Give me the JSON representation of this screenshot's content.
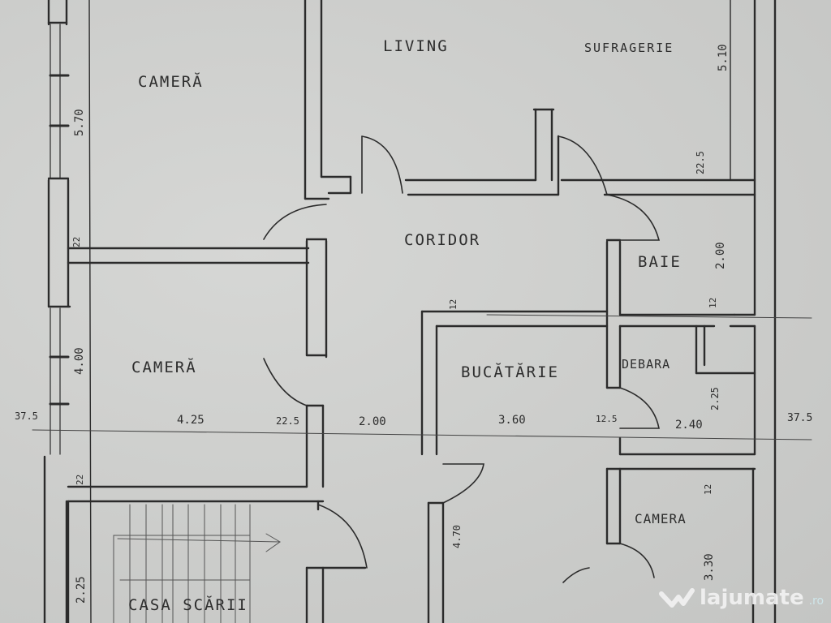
{
  "plan": {
    "rooms": [
      {
        "id": "camera-top-left",
        "label": "CAMERĂ"
      },
      {
        "id": "living",
        "label": "LIVING"
      },
      {
        "id": "sufragerie",
        "label": "SUFRAGERIE"
      },
      {
        "id": "coridor",
        "label": "CORIDOR"
      },
      {
        "id": "baie",
        "label": "BAIE"
      },
      {
        "id": "camera-mid-left",
        "label": "CAMERĂ"
      },
      {
        "id": "bucatarie",
        "label": "BUCĂTĂRIE"
      },
      {
        "id": "debara",
        "label": "DEBARA"
      },
      {
        "id": "camera-bottom-right",
        "label": "CAMERA"
      },
      {
        "id": "casa-scarii",
        "label": "CASA SCĂRII"
      }
    ],
    "dimensions": {
      "camera_top_left_height": "5.70",
      "sufragerie_height": "5.10",
      "wall_sufragerie": "22.5",
      "wall_left_upper": "22",
      "camera_mid_height": "4.00",
      "ext_wall_left": "37.5",
      "camera_mid_width": "4.25",
      "wall_mid": "22.5",
      "coridor_width": "2.00",
      "bucatarie_width": "3.60",
      "wall_bucatarie": "12.5",
      "debara_width": "2.40",
      "ext_wall_right": "37.5",
      "baie_height": "2.00",
      "wall_baie": "12",
      "wall_bucatarie_top": "12",
      "debara_depth": "2.25",
      "wall_left_lower": "22",
      "casa_scarii_height": "2.25",
      "hall_height": "4.70",
      "camera_bottom_height": "3.30",
      "wall_camera_bottom": "12"
    }
  },
  "watermark": {
    "brand": "lajumate",
    "tld": ".ro"
  }
}
